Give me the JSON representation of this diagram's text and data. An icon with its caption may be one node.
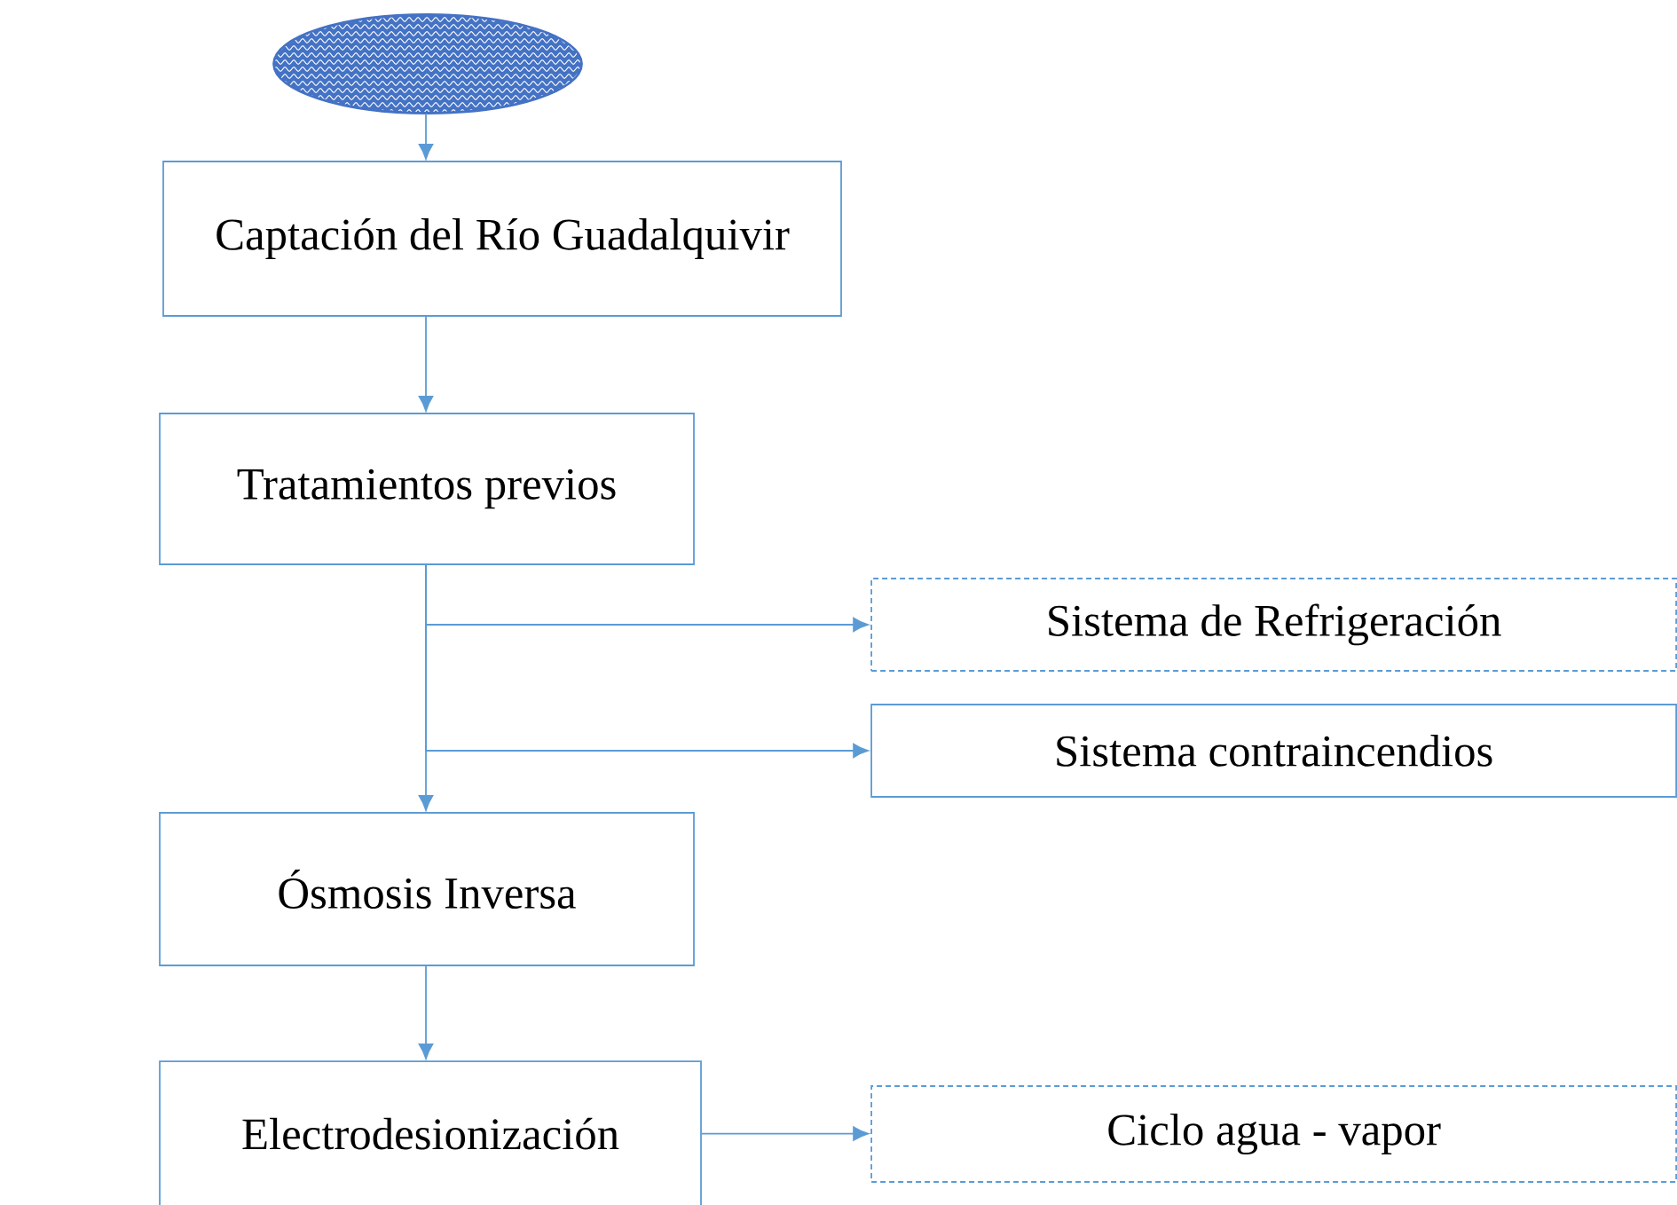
{
  "diagram": {
    "nodes": [
      {
        "text": [],
        "shape": "ellipse"
      },
      {
        "text": [
          "Captación del Río Guadalquivir"
        ]
      },
      {
        "text": [
          "Tratamientos previos"
        ]
      },
      {
        "text": [
          "Sistema de Refrigeración"
        ]
      },
      {
        "text": [
          "Sistema contraincendios"
        ]
      },
      {
        "text": [
          "Ósmosis Inversa"
        ]
      },
      {
        "text": [
          "Electrodesionización"
        ]
      },
      {
        "text": [
          "Ciclo agua - vapor"
        ]
      }
    ],
    "edges": [
      {
        "from": 0,
        "to": 1,
        "arrow": "to"
      },
      {
        "from": 1,
        "to": 2,
        "arrow": "to"
      },
      {
        "from": 2,
        "to": 3,
        "arrow": "to"
      },
      {
        "from": 2,
        "to": 4,
        "arrow": "to"
      },
      {
        "from": 2,
        "to": 5,
        "arrow": "to"
      },
      {
        "from": 5,
        "to": 6,
        "arrow": "to"
      },
      {
        "from": 6,
        "to": 7,
        "arrow": "to"
      }
    ]
  }
}
